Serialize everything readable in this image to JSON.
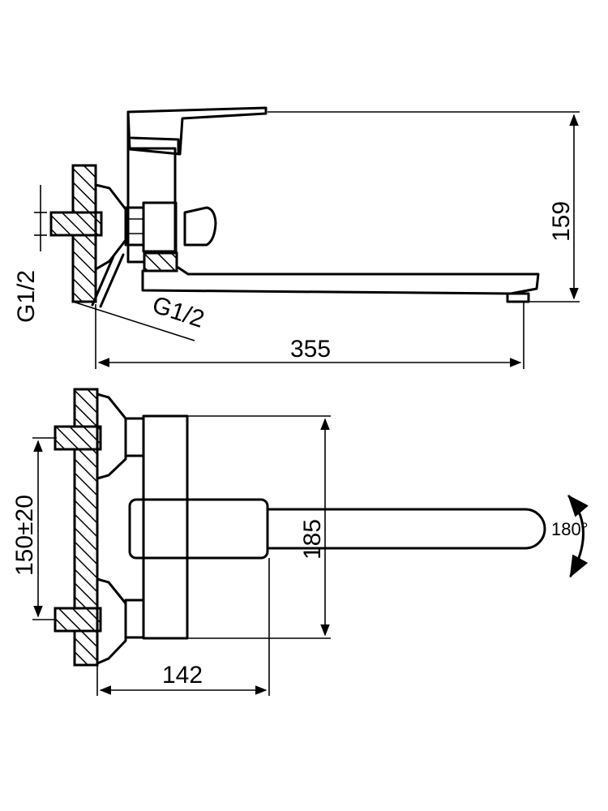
{
  "side_view": {
    "dim_height": "159",
    "dim_length": "355",
    "thread_inlet": "G1/2",
    "thread_wall": "G1/2"
  },
  "top_view": {
    "dim_spacing": "150±20",
    "dim_body_height": "185",
    "dim_depth": "142",
    "rotation": "180°"
  }
}
